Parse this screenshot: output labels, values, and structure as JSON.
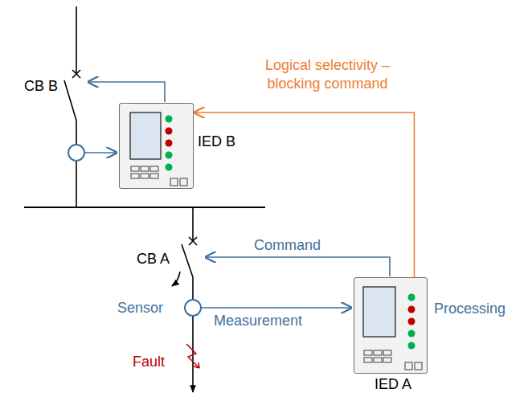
{
  "diagram": {
    "nodes": [
      {
        "text": [
          "IED B"
        ]
      },
      {
        "text": [
          "IED A"
        ]
      }
    ],
    "edges": [
      {
        "from": 1,
        "to": 0,
        "arrow": "to",
        "label": "Logical selectivity – blocking command"
      }
    ],
    "labels": [
      "CB B",
      "CB A",
      "Sensor",
      "Measurement",
      "Command",
      "Processing",
      "Fault"
    ]
  }
}
